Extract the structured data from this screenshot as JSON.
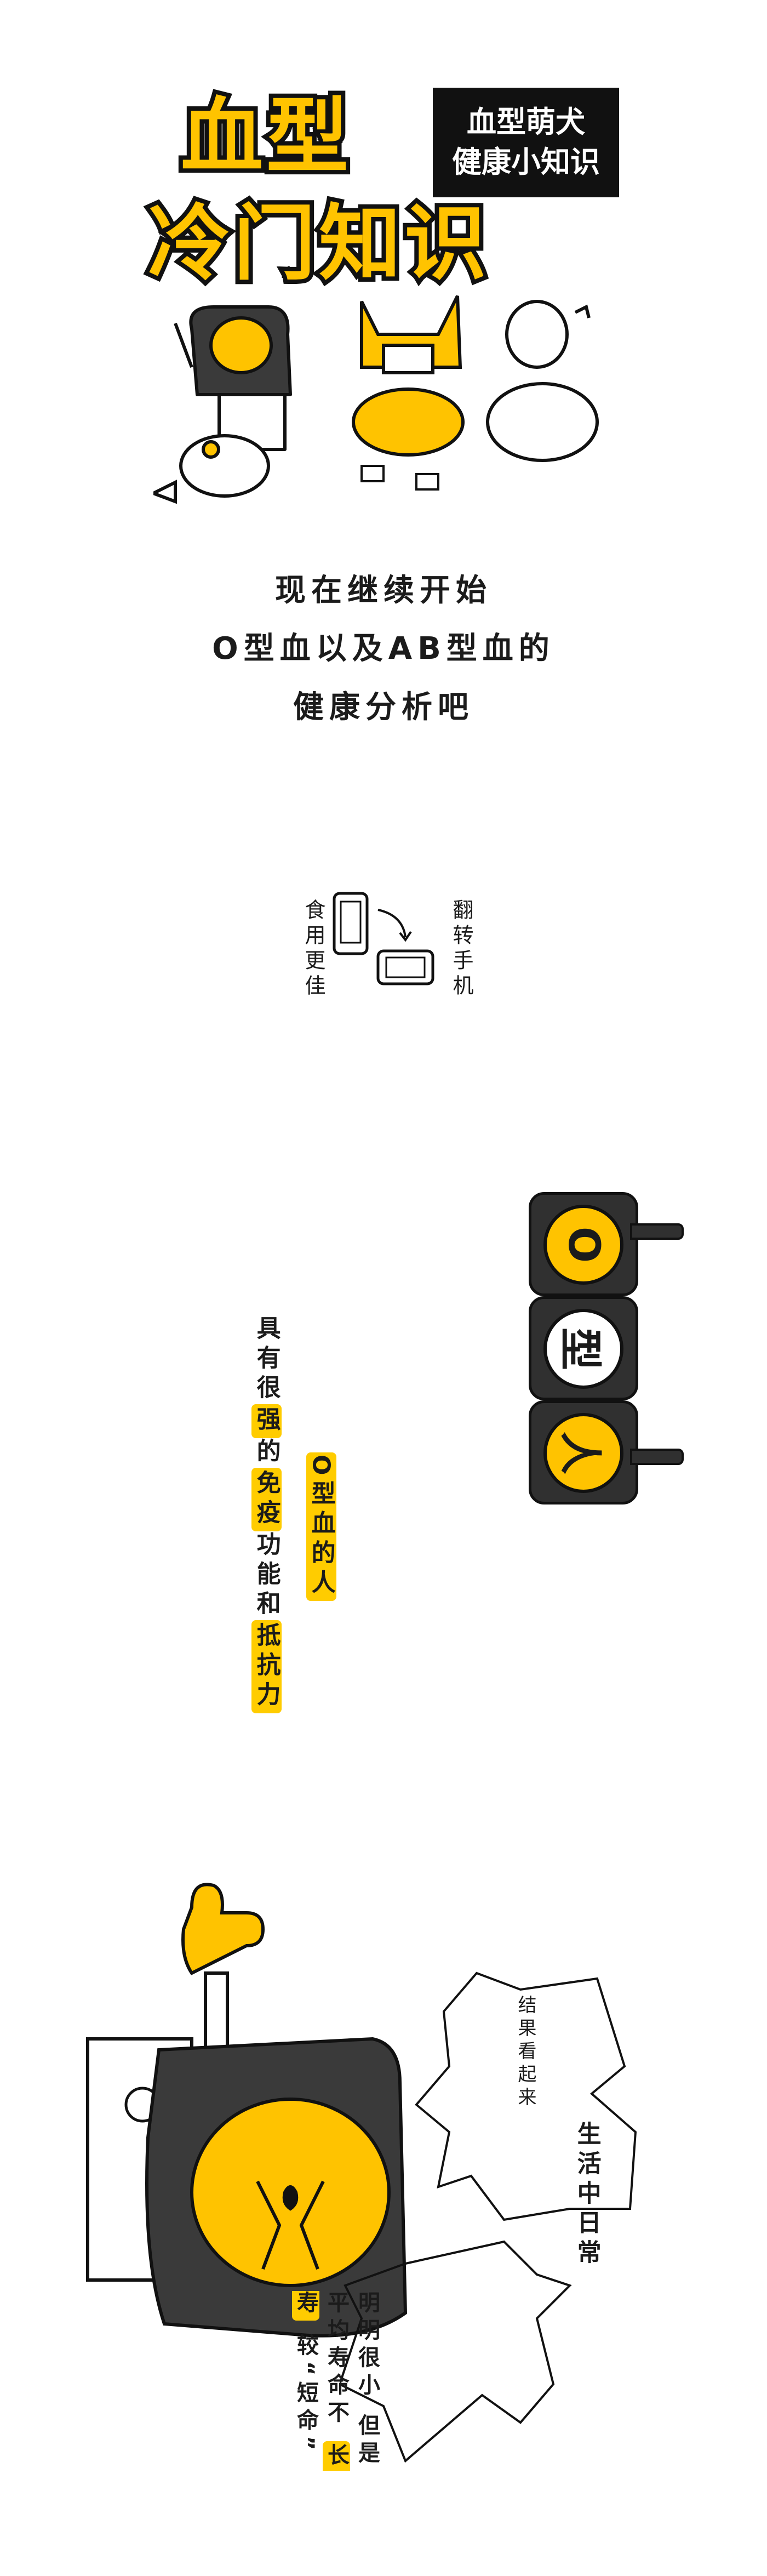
{
  "header": {
    "title_line1": "血型",
    "title_line2": "冷门知识",
    "badge_line1": "血型萌犬",
    "badge_line2": "健康小知识"
  },
  "intro": {
    "line1": "现在继续开始",
    "line2": "O型血以及AB型血的",
    "line3": "健康分析吧"
  },
  "rotate_hint": {
    "left": "食用更佳",
    "right": "翻转手机"
  },
  "traffic_light": {
    "light1": "O",
    "light2": "型",
    "light3": "人"
  },
  "o_type": {
    "heading": "O型血的人",
    "text_pre": "具有很",
    "strong": "强",
    "text_mid": "的",
    "immune": "免疫",
    "text_func": "功能和",
    "resist": "抵抗力"
  },
  "bubbles": {
    "b1": "结果看起来",
    "b2": "生活中日常",
    "b3_line1": "明明很小",
    "b3_line2": "但是平均寿命不",
    "b3_hl": "长寿",
    "b3_line3": "较“短命”"
  },
  "colors": {
    "accent": "#ffc300",
    "dark": "#303030"
  }
}
